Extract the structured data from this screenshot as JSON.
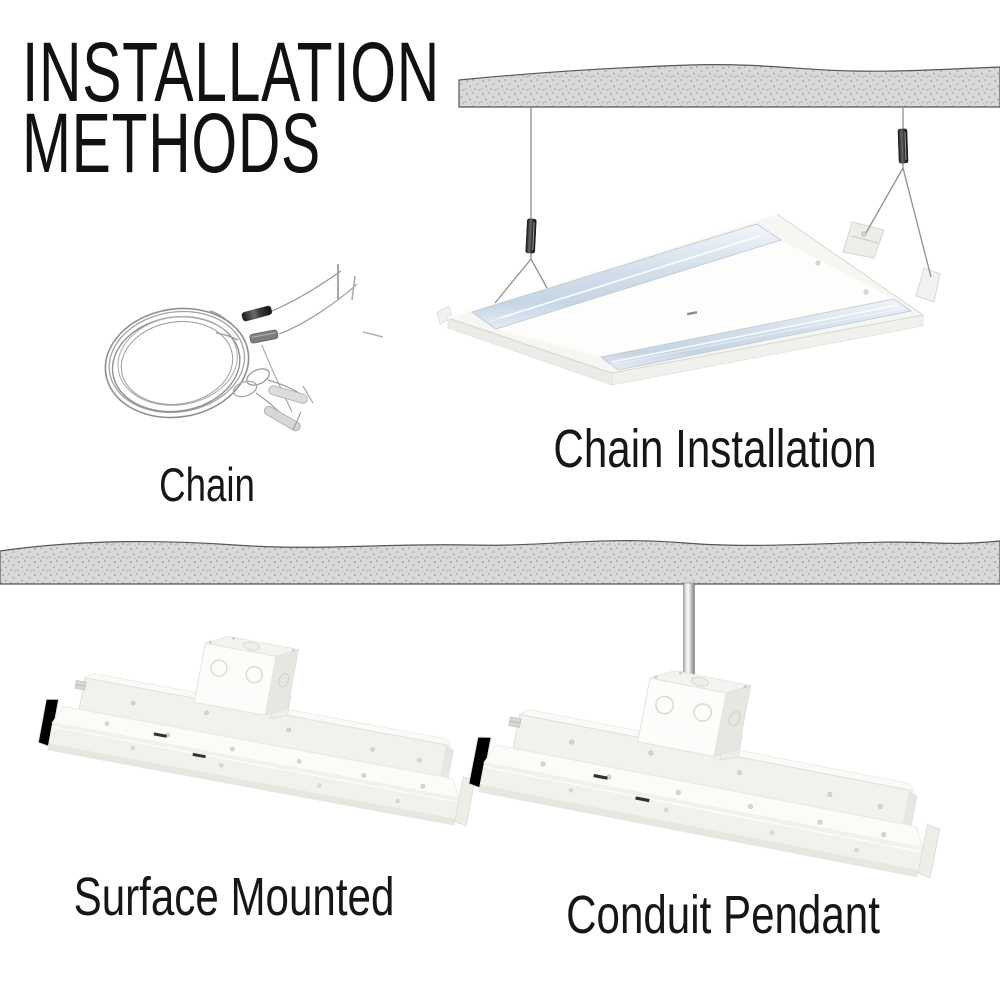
{
  "title": {
    "line1": "INSTALLATION",
    "line2": "METHODS"
  },
  "figures": {
    "chain_kit": {
      "label": "Chain"
    },
    "chain_installation": {
      "label": "Chain Installation"
    },
    "surface_mounted": {
      "label": "Surface Mounted"
    },
    "conduit_pendant": {
      "label": "Conduit Pendant"
    }
  },
  "colors": {
    "text": "#161616",
    "ceiling_fill": "#d9d9d9",
    "ceiling_outline": "#565656",
    "fixture_white": "#f6f6f3",
    "lens_tint": "#d2dfeb",
    "cable_gray": "#8f8f8f",
    "gripper_dark": "#2a2a2a",
    "rod_chrome": "#c9c9c9"
  }
}
